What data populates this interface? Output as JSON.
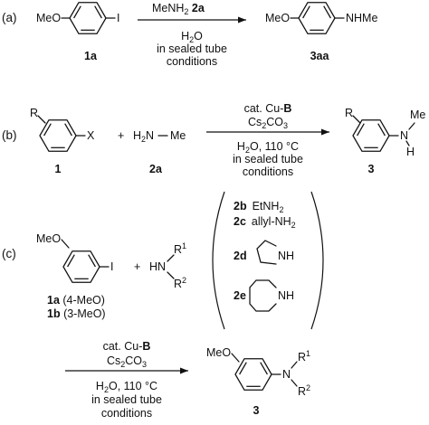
{
  "panel_a": {
    "label": "(a)",
    "reactant_sub": "MeO",
    "reactant_halide": "I",
    "reactant_id": "1a",
    "reagent": "MeNH",
    "reagent_sub": "2",
    "reagent_id": "2a",
    "solvent": "H",
    "solvent_sub": "2",
    "solvent_rest": "O",
    "cond1": "in sealed tube",
    "cond2": "conditions",
    "product_sub": "MeO",
    "product_amine": "NHMe",
    "product_id": "3aa"
  },
  "panel_b": {
    "label": "(b)",
    "aryl_r": "R",
    "aryl_x": "X",
    "plus": "+",
    "amine_h": "H",
    "amine_h_sub": "2",
    "amine_n": "N",
    "amine_me": "Me",
    "reactant_id": "1",
    "amine_id": "2a",
    "cat": "cat. Cu-",
    "cat_b": "B",
    "base": "Cs",
    "base_sub1": "2",
    "base_co": "CO",
    "base_sub2": "3",
    "solvent": "H",
    "solvent_sub": "2",
    "solvent_rest": "O, 110 °C",
    "cond1": "in sealed tube",
    "cond2": "conditions",
    "prod_r": "R",
    "prod_n": "N",
    "prod_me": "Me",
    "prod_h": "H",
    "product_id": "3"
  },
  "panel_c": {
    "label": "(c)",
    "reactant_sub": "MeO",
    "reactant_halide": "I",
    "plus": "+",
    "amine_hn": "HN",
    "amine_r1": "R",
    "amine_r1_sup": "1",
    "amine_r2": "R",
    "amine_r2_sup": "2",
    "id_1a": "1a",
    "id_1a_note": " (4-MeO)",
    "id_1b": "1b",
    "id_1b_note": " (3-MeO)",
    "amines": [
      {
        "id": "2b",
        "name": "EtNH",
        "sub": "2"
      },
      {
        "id": "2c",
        "name": "allyl-NH",
        "sub": "2"
      },
      {
        "id": "2d",
        "name": "NH"
      },
      {
        "id": "2e",
        "name": "NH"
      }
    ],
    "cat": "cat. Cu-",
    "cat_b": "B",
    "base": "Cs",
    "base_sub1": "2",
    "base_co": "CO",
    "base_sub2": "3",
    "solvent": "H",
    "solvent_sub": "2",
    "solvent_rest": "O, 110 °C",
    "cond1": "in sealed tube",
    "cond2": "conditions",
    "prod_sub": "MeO",
    "prod_n": "N",
    "prod_r1": "R",
    "prod_r1_sup": "1",
    "prod_r2": "R",
    "prod_r2_sup": "2",
    "product_id": "3"
  }
}
